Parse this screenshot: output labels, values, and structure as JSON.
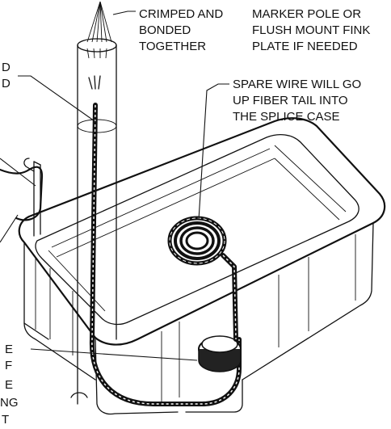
{
  "diagram": {
    "labels": {
      "crimped": [
        "CRIMPED AND",
        "BONDED",
        "TOGETHER"
      ],
      "marker": [
        "MARKER POLE OR",
        "FLUSH MOUNT FINK",
        "PLATE IF NEEDED"
      ],
      "spare": [
        "SPARE WIRE WILL GO",
        "UP FIBER TAIL INTO",
        "THE SPLICE CASE"
      ],
      "left_top": [
        "D",
        "D"
      ],
      "left_bottom": [
        "E",
        "F",
        "E",
        "NG",
        "T"
      ]
    }
  }
}
